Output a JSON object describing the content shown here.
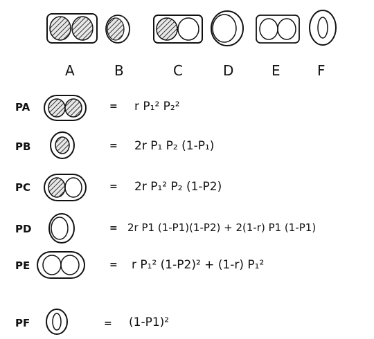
{
  "top_labels": [
    "A",
    "B",
    "C",
    "D",
    "E",
    "F"
  ],
  "rows": [
    {
      "label": "PA",
      "op": "=",
      "eq": "r P₁² P₂²"
    },
    {
      "label": "PB",
      "op": "=",
      "eq": "2r P₁ P₂ (1-P₁)"
    },
    {
      "label": "PC",
      "op": "=",
      "eq": "2r P₁² P₂ (1-P2)"
    },
    {
      "label": "PD",
      "op": "=",
      "eq": "2r P1 (1-P1)(1-P2) + 2(1-r) P1 (1-P1)"
    },
    {
      "label": "PE",
      "op": "=",
      "eq": "r P₁² (1-P2)² + (1-r) P₁²"
    },
    {
      "label": "PF",
      "op": "=",
      "eq": "(1-P1)²"
    }
  ]
}
